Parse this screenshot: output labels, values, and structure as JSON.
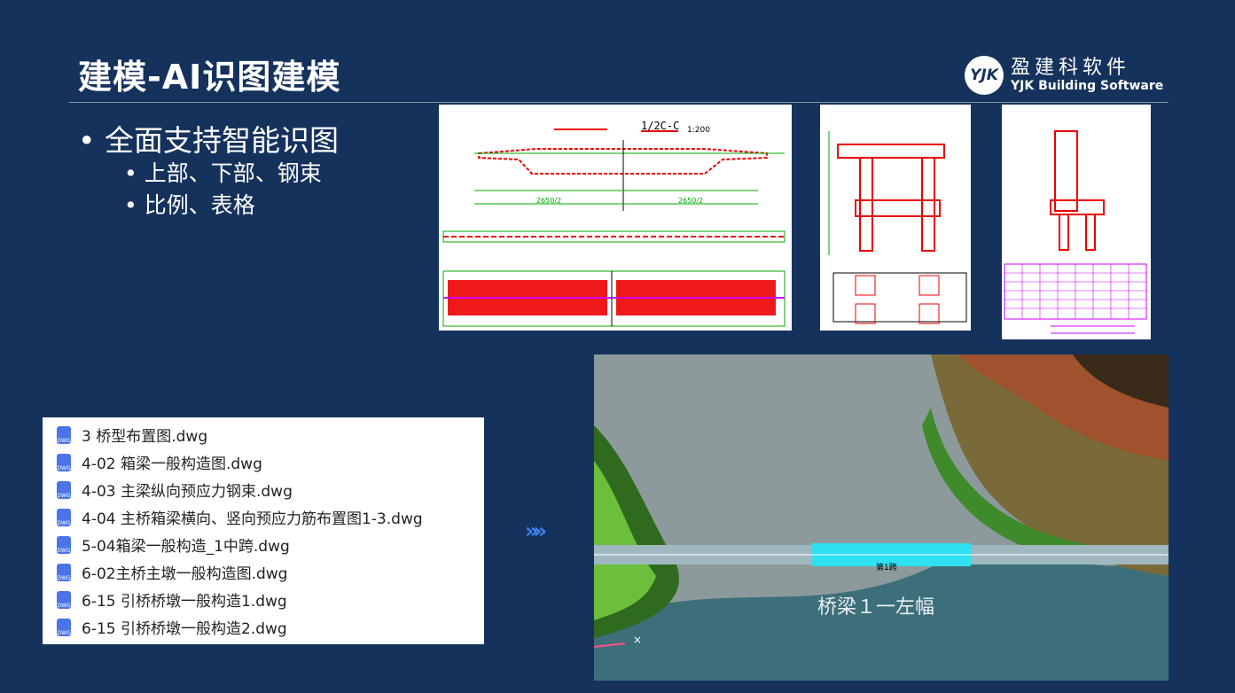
{
  "title": "建模-AI识图建模",
  "logo": {
    "mark": "YJK",
    "cn": "盈建科软件",
    "en": "YJK Building Software"
  },
  "bullets": {
    "main": "全面支持智能识图",
    "sub": [
      "上部、下部、钢束",
      "比例、表格"
    ]
  },
  "cad": {
    "section_label": "1/2C-C",
    "scale": "1:200",
    "dim1": "2650/2",
    "dim2": "2650/2"
  },
  "files": [
    "3 桥型布置图.dwg",
    "4-02 箱梁一般构造图.dwg",
    "4-03 主梁纵向预应力钢束.dwg",
    "4-04 主桥箱梁横向、竖向预应力筋布置图1-3.dwg",
    "5-04箱梁一般构造_1中跨.dwg",
    "6-02主桥主墩一般构造图.dwg",
    "6-15 引桥桥墩一般构造1.dwg",
    "6-15 引桥桥墩一般构造2.dwg"
  ],
  "file_icon_label": "DWG",
  "arrow": "»»",
  "model": {
    "bridge_label": "桥梁１一左幅",
    "span_label": "第1跨"
  }
}
